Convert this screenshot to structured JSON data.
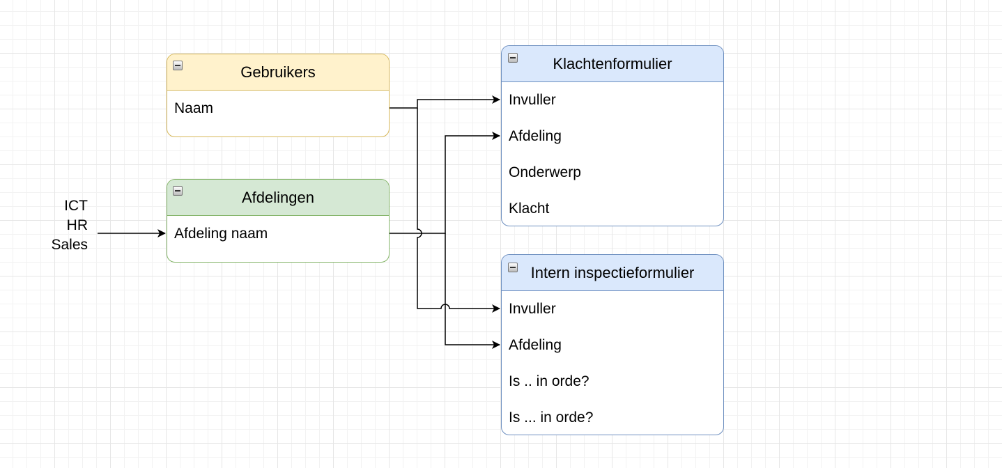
{
  "entities": {
    "gebruikers": {
      "title": "Gebruikers",
      "fields": [
        "Naam"
      ],
      "header_color": "#fff2cc",
      "border_color": "#d6b656"
    },
    "afdelingen": {
      "title": "Afdelingen",
      "fields": [
        "Afdeling naam"
      ],
      "header_color": "#d5e8d4",
      "border_color": "#82b366"
    },
    "klachtenformulier": {
      "title": "Klachtenformulier",
      "fields": [
        "Invuller",
        "Afdeling",
        "Onderwerp",
        "Klacht"
      ],
      "header_color": "#dae8fc",
      "border_color": "#6c8ebf"
    },
    "inspectieformulier": {
      "title": "Intern inspectieformulier",
      "fields": [
        "Invuller",
        "Afdeling",
        "Is .. in orde?",
        "Is ... in orde?"
      ],
      "header_color": "#dae8fc",
      "border_color": "#6c8ebf"
    }
  },
  "department_values": [
    "ICT",
    "HR",
    "Sales"
  ],
  "icons": {
    "collapse": "collapse-icon",
    "arrow": "arrow-head-icon"
  }
}
